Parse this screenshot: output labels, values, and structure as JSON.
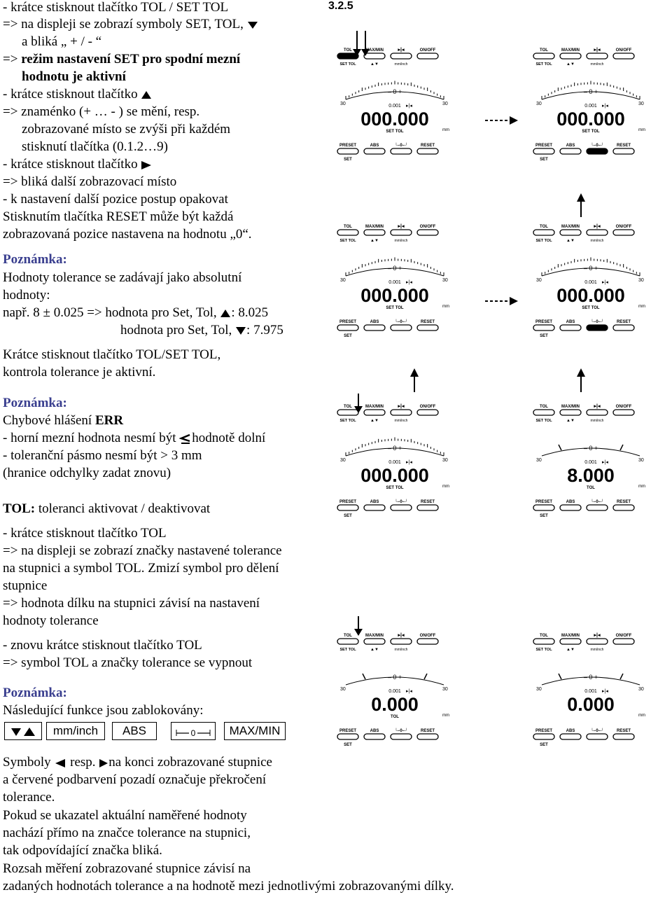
{
  "section": "3.2.5",
  "text": {
    "l1": "- krátce stisknout tlačítko TOL / SET TOL",
    "l2": "=> na displeji se zobrazí symboly SET, TOL,",
    "l3": "a bliká „ + / - “",
    "l4a": "=> ",
    "l4b": "režim nastavení SET pro spodní mezní",
    "l5": "hodnotu je aktivní",
    "l6": "- krátce stisknout tlačítko",
    "l7": "=> znaménko (+ … - ) se mění, resp.",
    "l8": "zobrazované místo se zvýši při každém",
    "l9": "stisknutí tlačítka (0.1.2…9)",
    "l10": "- krátce stisknout tlačítko",
    "l11": "=> bliká další zobrazovací místo",
    "l12": "- k nastavení další pozice postup opakovat",
    "l13": "Stisknutím tlačítka RESET může být každá",
    "l14": "zobrazovaná pozice nastavena na hodnotu „0“.",
    "p1": "Poznámka:",
    "l15": "Hodnoty tolerance se zadávají jako absolutní",
    "l16": "hodnoty:",
    "l17a": "např. 8 ± 0.025 => hodnota pro Set, Tol,",
    "l17b": ": 8.025",
    "l18a": "hodnota pro Set, Tol,",
    "l18b": ": 7.975",
    "l19": "Krátce stisknout tlačítko TOL/SET TOL,",
    "l20": "kontrola tolerance je aktivní.",
    "p2": "Poznámka:",
    "l21a": "Chybové hlášení ",
    "l21b": "ERR",
    "l22a": "- horní mezní hodnota nesmí být",
    "l22b": "hodnotě dolní",
    "l23": "- toleranční pásmo nesmí být > 3 mm",
    "l24": "(hranice odchylky zadat znovu)",
    "l25a": "TOL:",
    "l25b": " toleranci aktivovat / deaktivovat",
    "l26": "- krátce stisknout tlačítko TOL",
    "l27": "=> na displeji se zobrazí značky nastavené tolerance",
    "l28": "na stupnici a symbol TOL. Zmizí symbol pro dělení",
    "l29": "stupnice",
    "l30": "=> hodnota dílku na stupnici závisí na nastavení",
    "l31": "hodnoty tolerance",
    "l32": "- znovu krátce stisknout tlačítko TOL",
    "l33": "=> symbol TOL a značky tolerance se vypnout",
    "p3": "Poznámka:",
    "l34": "Následující funkce jsou zablokovány:",
    "l35a": "Symboly",
    "l35b": "resp.",
    "l35c": "na konci zobrazované stupnice",
    "l36": "a červené podbarvení pozadí označuje překročení",
    "l37": "tolerance.",
    "l38": "Pokud se ukazatel aktuální naměřené hodnoty",
    "l39": "nachází přímo na značce tolerance na stupnici,",
    "l40": "tak odpovídající značka bliká.",
    "l41": "Rozsah měření zobrazované stupnice závisí na",
    "l42": "zadaných hodnotách tolerance a na hodnotě mezi jednotlivými zobrazovanými dílky."
  },
  "blocked_keys": [
    "mm/inch",
    "ABS",
    "MAX/MIN"
  ],
  "device": {
    "btn_tol": "TOL",
    "btn_settol": "SET TOL",
    "btn_maxmin": "MAX/MIN",
    "btn_mminch": "mm/inch",
    "btn_onoff": "ON/OFF",
    "btn_preset": "PRESET",
    "btn_set": "SET",
    "btn_abs": "ABS",
    "btn_reset": "RESET",
    "scale_label": "– 0 +",
    "scale_left": "30",
    "scale_right": "30",
    "resolution": "0.001",
    "unit": "mm",
    "settol": "SET TOL",
    "tol": "TOL",
    "val_set": "000.000",
    "val_8": "8.000",
    "val_0": "0.000"
  }
}
